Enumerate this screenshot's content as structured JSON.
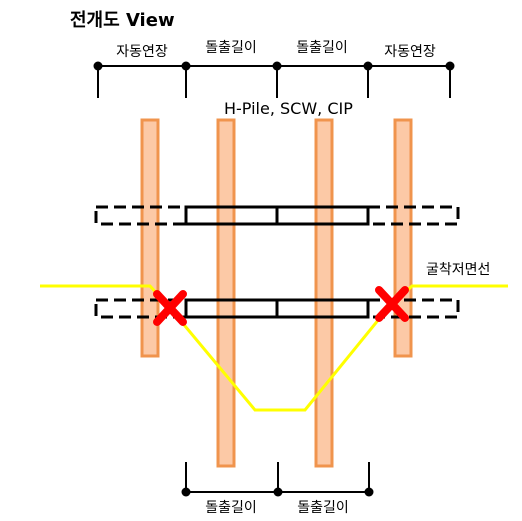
{
  "title": "전개도 View",
  "top_dimensions": [
    "자동연장",
    "돌출길이",
    "돌출길이",
    "자동연장"
  ],
  "bottom_dimensions": [
    "돌출길이",
    "돌출길이"
  ],
  "method_label": "H-Pile, SCW, CIP",
  "excavation_label": "굴착저면선",
  "colors": {
    "pile_fill": "#fcc9a6",
    "pile_stroke": "#f0944d",
    "line_yellow": "#ffff00",
    "cross_red": "#ff0000",
    "ink": "#000000"
  }
}
